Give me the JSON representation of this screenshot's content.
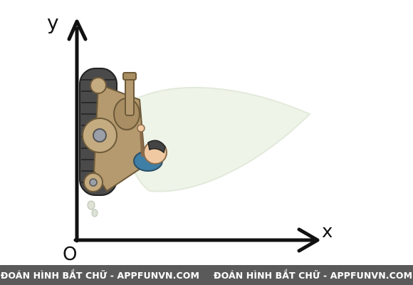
{
  "puzzle": {
    "y_axis_label": "y",
    "x_axis_label": "x",
    "origin_label": "O",
    "scene": "tank-on-y-axis-icon"
  },
  "footer": {
    "watermark_left": "ĐOÁN HÌNH BẮT CHỮ - APPFUNVN.COM",
    "watermark_right": "ĐOÁN HÌNH BẮT CHỮ - APPFUNVN.COM"
  },
  "colors": {
    "background": "#ffffff",
    "axis": "#111111",
    "tank": "#b49a6e",
    "exhaust": "#e9f0e2",
    "footer": "#5a5a5a"
  }
}
